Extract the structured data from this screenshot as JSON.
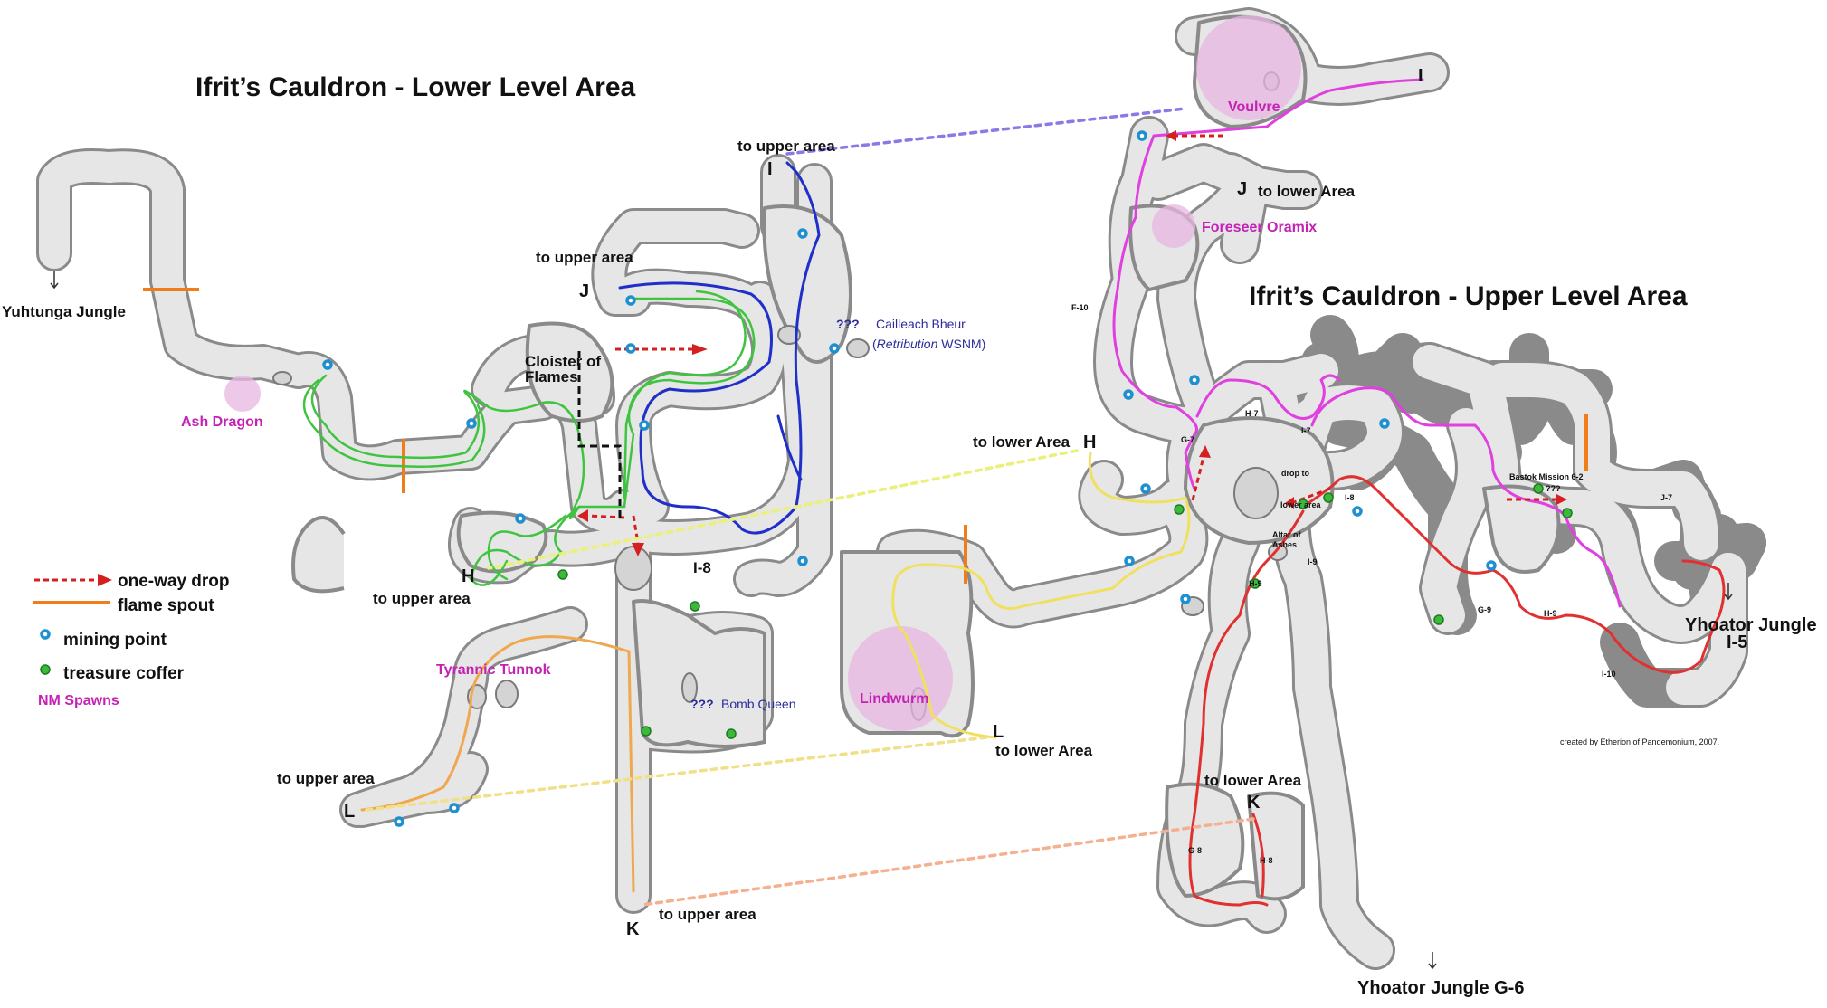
{
  "titles": {
    "lower": "Ifrit’s Cauldron - Lower Level Area",
    "upper": "Ifrit’s Cauldron - Upper Level Area"
  },
  "legend": {
    "drop": "one-way drop",
    "spout": "flame spout",
    "mining": "mining point",
    "coffer": "treasure coffer",
    "nm": "NM Spawns"
  },
  "colors": {
    "route_green": "#3fc43f",
    "route_blue": "#1f2fc8",
    "route_orange": "#f0a850",
    "route_yellow": "#f0e060",
    "route_magenta": "#e040e0",
    "route_red": "#e03030",
    "nm_text": "#c322b4",
    "flame_spout": "#f07d1a",
    "mining_point": "#1e8fd0",
    "treasure_coffer": "#3cb83c"
  },
  "lower": {
    "yuhtunga": "Yuhtunga Jungle",
    "ash_dragon": "Ash Dragon",
    "cloister_1": "Cloister of",
    "cloister_2": "Flames",
    "j_label": "to upper area",
    "j_letter": "J",
    "i_label": "to upper area",
    "i_letter": "I",
    "h_letter": "H",
    "h_label": "to upper area",
    "i8": "I-8",
    "cailleach_q": "???",
    "cailleach": "Cailleach Bheur",
    "retribution_open": "(",
    "retribution": "Retribution",
    "retribution_close": " WSNM)",
    "tyrannic": "Tyrannic Tunnok",
    "bomb_q": "???",
    "bomb": "Bomb Queen",
    "l_label": "to upper area",
    "l_letter": "L",
    "k_letter": "K",
    "k_label": "to upper area"
  },
  "upper": {
    "voulvre": "Voulvre",
    "i_letter": "I",
    "j_letter": "J",
    "j_label": "to lower Area",
    "oramix": "Foreseer Oramix",
    "h_label": "to lower Area",
    "h_letter": "H",
    "lindwurm": "Lindwurm",
    "l_letter": "L",
    "l_label": "to lower Area",
    "k_label": "to lower Area",
    "k_letter": "K",
    "drop_to_1": "drop to",
    "drop_to_2": "lower area",
    "altar_1": "Altar of",
    "altar_2": "Ashes",
    "bastok": "Bastok Mission 6-2",
    "bastok_q": "???",
    "yhoator_i5_1": "Yhoator Jungle",
    "yhoator_i5_2": "I-5",
    "yhoator_g6": "Yhoator Jungle G-6",
    "credit": "created by Etherion of Pandemonium, 2007."
  },
  "grid_labels": {
    "f10": "F-10",
    "h7": "H-7",
    "g7": "G-7",
    "i7": "I-7",
    "i8": "I-8",
    "i9": "I-9",
    "h9a": "H-9",
    "g9": "G-9",
    "h9b": "H-9",
    "i10": "I-10",
    "j7": "J-7",
    "g8": "G-8",
    "h8": "H-8"
  }
}
